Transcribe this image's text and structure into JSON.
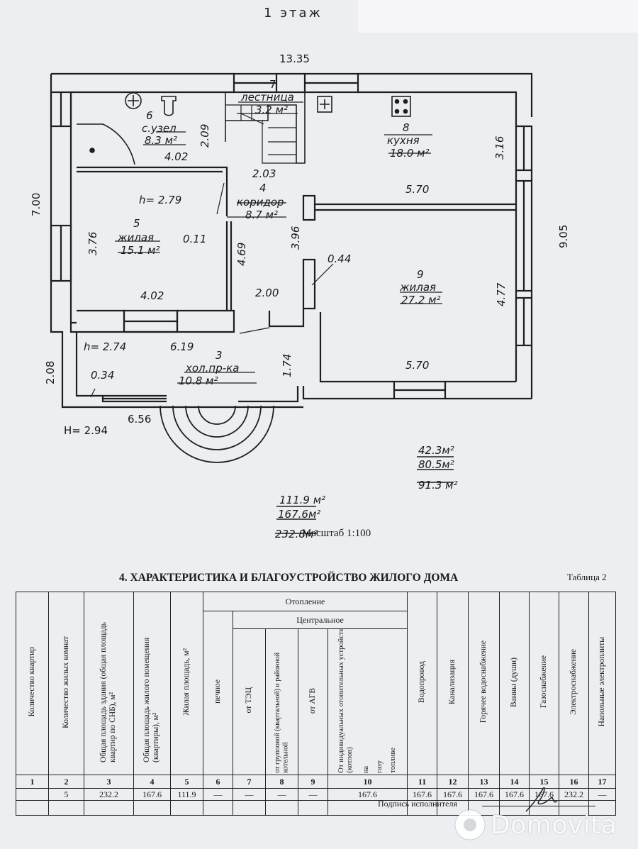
{
  "header": {
    "floor_label": "1  этаж"
  },
  "plan": {
    "dims": {
      "top_width": "13.35",
      "left_height": "7.00",
      "right_height": "9.05",
      "porch_left": "2.08",
      "porch_bottom": "6.56",
      "porch_h": "H= 2.94"
    },
    "rooms": {
      "r6": {
        "num": "6",
        "name": "с.узел",
        "area": "8.3 м²",
        "d1": "4.02",
        "d2": "2.09"
      },
      "r7": {
        "num": "7",
        "name": "лестница",
        "area": "3.2 м²"
      },
      "r8": {
        "num": "8",
        "name": "кухня",
        "area": "18.0 м²",
        "d1": "3.16",
        "d2": "5.70"
      },
      "r4": {
        "num": "4",
        "name": "коридор",
        "area": "8.7 м²",
        "d1": "2.03",
        "d2": "3.96",
        "d3": "4.69",
        "d4": "2.00"
      },
      "r5": {
        "num": "5",
        "name": "жилая",
        "area": "15.1 м²",
        "h": "h= 2.79",
        "d1": "3.76",
        "d2": "4.02",
        "d3": "0.11"
      },
      "r9": {
        "num": "9",
        "name": "жилая",
        "area": "27.2 м²",
        "d1": "0.44",
        "d2": "4.77",
        "d3": "5.70"
      },
      "r3": {
        "num": "3",
        "name": "хол.пр-ка",
        "area": "10.8 м²",
        "h": "h= 2.74",
        "d1": "6.19",
        "d2": "1.74",
        "d3": "0.34"
      }
    },
    "summary_right": [
      "42.3м²",
      "80.5м²",
      "91.3 м²"
    ],
    "summary_center": [
      "111.9 м²",
      "167.6м²",
      "232.8м²"
    ],
    "scale": "Масштаб  1:100"
  },
  "section_title": "4. ХАРАКТЕРИСТИКА И БЛАГОУСТРОЙСТВО ЖИЛОГО ДОМА",
  "table_caption": "Таблица 2",
  "table": {
    "heating_group": "Отопление",
    "central_group": "Центральное",
    "columns": [
      "Количество квартир",
      "Количество жилых комнат",
      "Общая площадь здания (общая площадь квартир по СНБ), м²",
      "Общая площадь жилого помещения (квартиры), м²",
      "Жилая площадь, м²",
      "печное",
      "от ТЭЦ",
      "от групповой (квартальной) и районной котельной",
      "от АГВ",
      "От индивидуальных отопительных устройств (котлов)",
      "Водопровод",
      "Канализация",
      "Горячее водоснабжение",
      "Ванны (души)",
      "Газоснабжение",
      "Электроснабжение",
      "Напольные электроплиты"
    ],
    "col10_sub": {
      "on": "на",
      "gas": "газу",
      "fuel": "топливе"
    },
    "numbers": [
      "1",
      "2",
      "3",
      "4",
      "5",
      "6",
      "7",
      "8",
      "9",
      "10",
      "11",
      "12",
      "13",
      "14",
      "15",
      "16",
      "17"
    ],
    "values": [
      "",
      "5",
      "232.2",
      "167.6",
      "111.9",
      "—",
      "—",
      "—",
      "—",
      "167.6",
      "167.6",
      "167.6",
      "167.6",
      "167.6",
      "167.6",
      "232.2",
      "—"
    ]
  },
  "signature_label": "Подпись исполнителя",
  "watermark": "Domovita"
}
